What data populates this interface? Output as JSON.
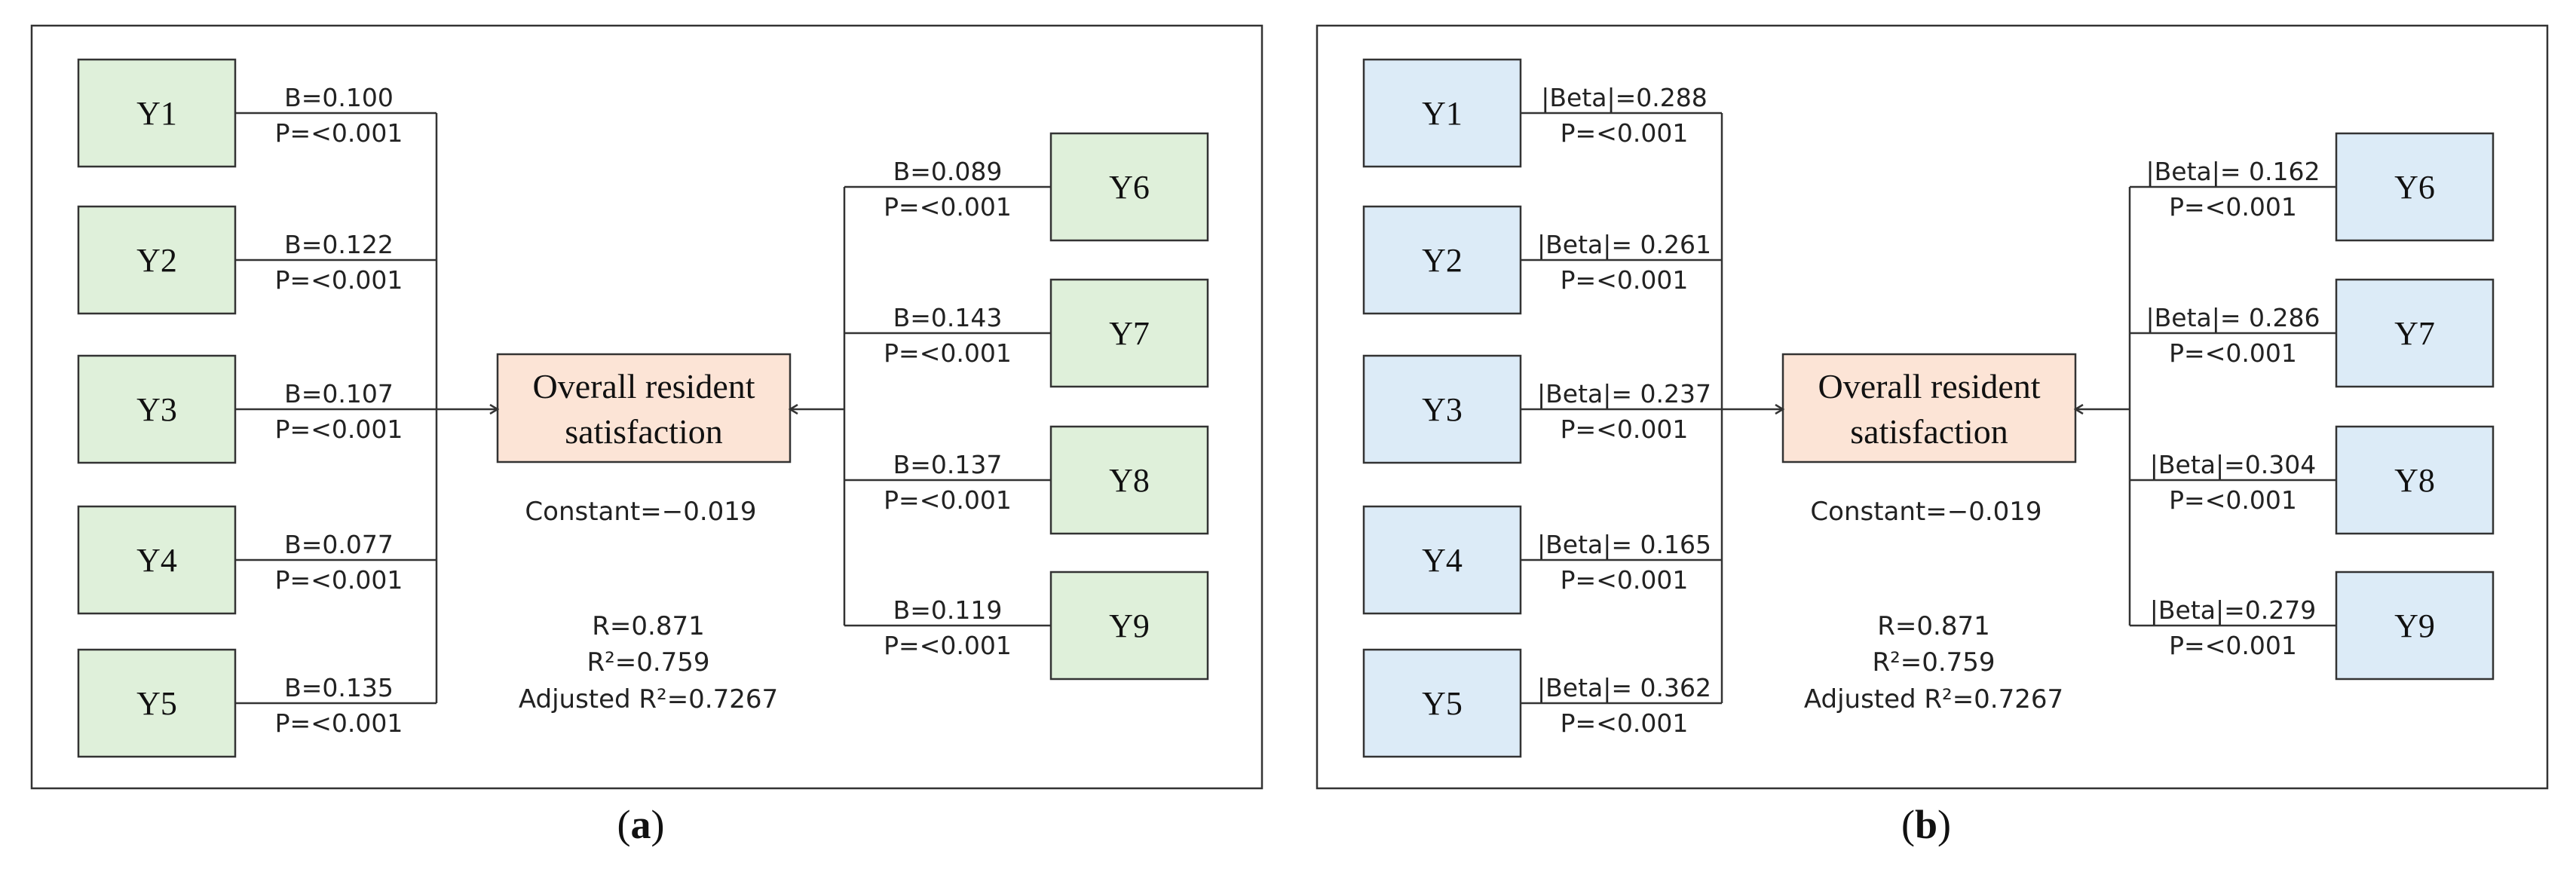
{
  "colors": {
    "panel_a_box_fill": "#dff0da",
    "panel_b_box_fill": "#dcebf7",
    "center_box_fill": "#fce4d6",
    "line": "#333333"
  },
  "panels": [
    {
      "id": "a",
      "caption_letter": "a",
      "center": {
        "line1": "Overall resident",
        "line2": "satisfaction",
        "constant": "Constant=−0.019"
      },
      "fit": {
        "r": "R=0.871",
        "r2": "R²=0.759",
        "adj_r2": "Adjusted R²=0.7267"
      },
      "left_items": [
        {
          "label": "Y1",
          "coef": "B=0.100",
          "p": "P=<0.001"
        },
        {
          "label": "Y2",
          "coef": "B=0.122",
          "p": "P=<0.001"
        },
        {
          "label": "Y3",
          "coef": "B=0.107",
          "p": "P=<0.001"
        },
        {
          "label": "Y4",
          "coef": "B=0.077",
          "p": "P=<0.001"
        },
        {
          "label": "Y5",
          "coef": "B=0.135",
          "p": "P=<0.001"
        }
      ],
      "right_items": [
        {
          "label": "Y6",
          "coef": "B=0.089",
          "p": "P=<0.001"
        },
        {
          "label": "Y7",
          "coef": "B=0.143",
          "p": "P=<0.001"
        },
        {
          "label": "Y8",
          "coef": "B=0.137",
          "p": "P=<0.001"
        },
        {
          "label": "Y9",
          "coef": "B=0.119",
          "p": "P=<0.001"
        }
      ]
    },
    {
      "id": "b",
      "caption_letter": "b",
      "center": {
        "line1": "Overall resident",
        "line2": "satisfaction",
        "constant": "Constant=−0.019"
      },
      "fit": {
        "r": "R=0.871",
        "r2": "R²=0.759",
        "adj_r2": "Adjusted R²=0.7267"
      },
      "left_items": [
        {
          "label": "Y1",
          "coef": "|Beta|=0.288",
          "p": "P=<0.001"
        },
        {
          "label": "Y2",
          "coef": "|Beta|= 0.261",
          "p": "P=<0.001"
        },
        {
          "label": "Y3",
          "coef": "|Beta|= 0.237",
          "p": "P=<0.001"
        },
        {
          "label": "Y4",
          "coef": "|Beta|= 0.165",
          "p": "P=<0.001"
        },
        {
          "label": "Y5",
          "coef": "|Beta|= 0.362",
          "p": "P=<0.001"
        }
      ],
      "right_items": [
        {
          "label": "Y6",
          "coef": "|Beta|= 0.162",
          "p": "P=<0.001"
        },
        {
          "label": "Y7",
          "coef": "|Beta|= 0.286",
          "p": "P=<0.001"
        },
        {
          "label": "Y8",
          "coef": "|Beta|=0.304",
          "p": "P=<0.001"
        },
        {
          "label": "Y9",
          "coef": "|Beta|=0.279",
          "p": "P=<0.001"
        }
      ]
    }
  ]
}
